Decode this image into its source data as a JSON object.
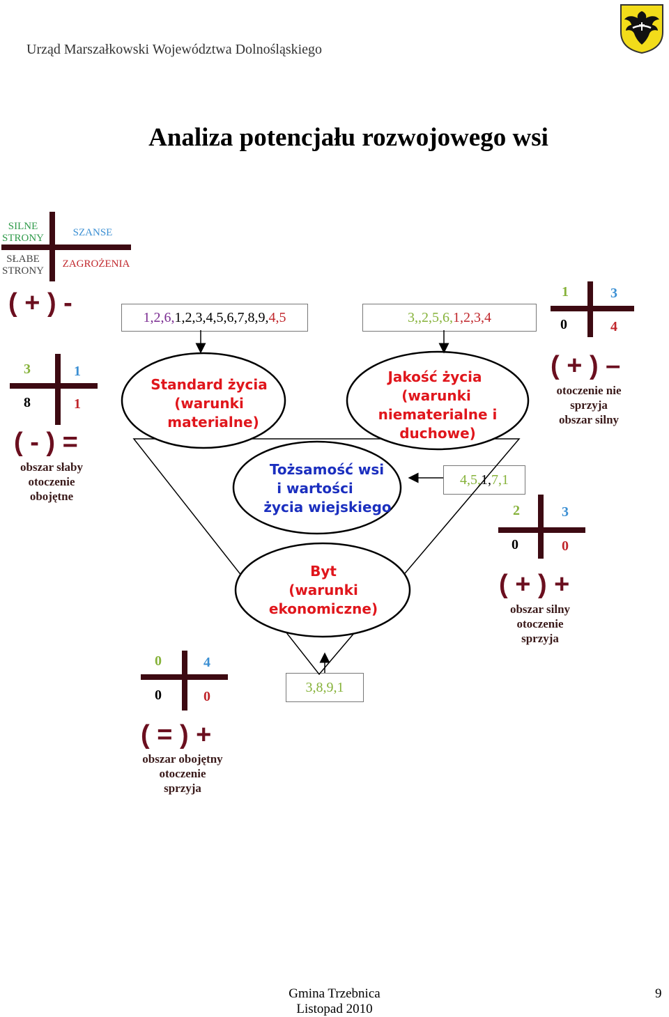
{
  "header": {
    "org": "Urząd Marszałkowski Województwa Dolnośląskiego"
  },
  "title": "Analiza potencjału rozwojowego wsi",
  "legend": {
    "strengths": [
      "SILNE",
      "STRONY"
    ],
    "opportunities": "SZANSE",
    "weaknesses": [
      "SŁABE",
      "STRONY"
    ],
    "threats": "ZAGROŻENIA"
  },
  "boxes": {
    "standard": [
      "1,",
      "2,",
      "6,",
      "1,",
      "2,",
      "3,",
      "4,",
      "5,",
      "6,",
      "7,",
      "8,",
      "9,",
      "4,",
      "5"
    ],
    "quality": [
      "3,",
      ",2,",
      "5,",
      "6,",
      "1,",
      "2,",
      "3,",
      "4"
    ],
    "identity": [
      "4,",
      "5,",
      "1,",
      "7,",
      "1"
    ],
    "existence": [
      "3,",
      "8,",
      "9,",
      "1"
    ]
  },
  "ellipses": {
    "standard": [
      "Standard życia",
      "(warunki",
      "materialne)"
    ],
    "quality": [
      "Jakość życia",
      "(warunki",
      "niematerialne i",
      "duchowe)"
    ],
    "identity": [
      "Tożsamość wsi",
      "i wartości",
      "życia wiejskiego"
    ],
    "existence": [
      "Byt",
      "(warunki",
      "ekonomiczne)"
    ]
  },
  "quadrants": {
    "q_top_left": {
      "symbol": "( + ) -",
      "nums": {
        "tl": "",
        "tr": "",
        "bl": "",
        "br": ""
      },
      "desc": []
    },
    "q_left": {
      "symbol": "( - ) =",
      "nums": {
        "tl": "3",
        "tr": "1",
        "bl": "8",
        "br": "1"
      },
      "desc": [
        "obszar słaby",
        "otoczenie",
        "obojętne"
      ]
    },
    "q_top_right": {
      "symbol": "( + ) –",
      "nums": {
        "tl": "1",
        "tr": "3",
        "bl": "0",
        "br": "4"
      },
      "desc": [
        "otoczenie nie",
        "sprzyja",
        "obszar silny"
      ]
    },
    "q_right": {
      "symbol": "( + ) +",
      "nums": {
        "tl": "2",
        "tr": "3",
        "bl": "0",
        "br": "0"
      },
      "desc": [
        "obszar silny",
        "otoczenie",
        "sprzyja"
      ]
    },
    "q_bottom": {
      "symbol": "( = ) +",
      "nums": {
        "tl": "0",
        "tr": "4",
        "bl": "0",
        "br": "0"
      },
      "desc": [
        "obszar obojętny",
        "otoczenie",
        "sprzyja"
      ]
    }
  },
  "footer": {
    "line1": "Gmina Trzebnica",
    "line2": "Listopad 2010",
    "page": "9"
  },
  "colors": {
    "cross": "#3d0a12",
    "ellipse_text": "#e0161c",
    "identity_text": "#1b2fbf",
    "symbol": "#6b0f1f"
  }
}
